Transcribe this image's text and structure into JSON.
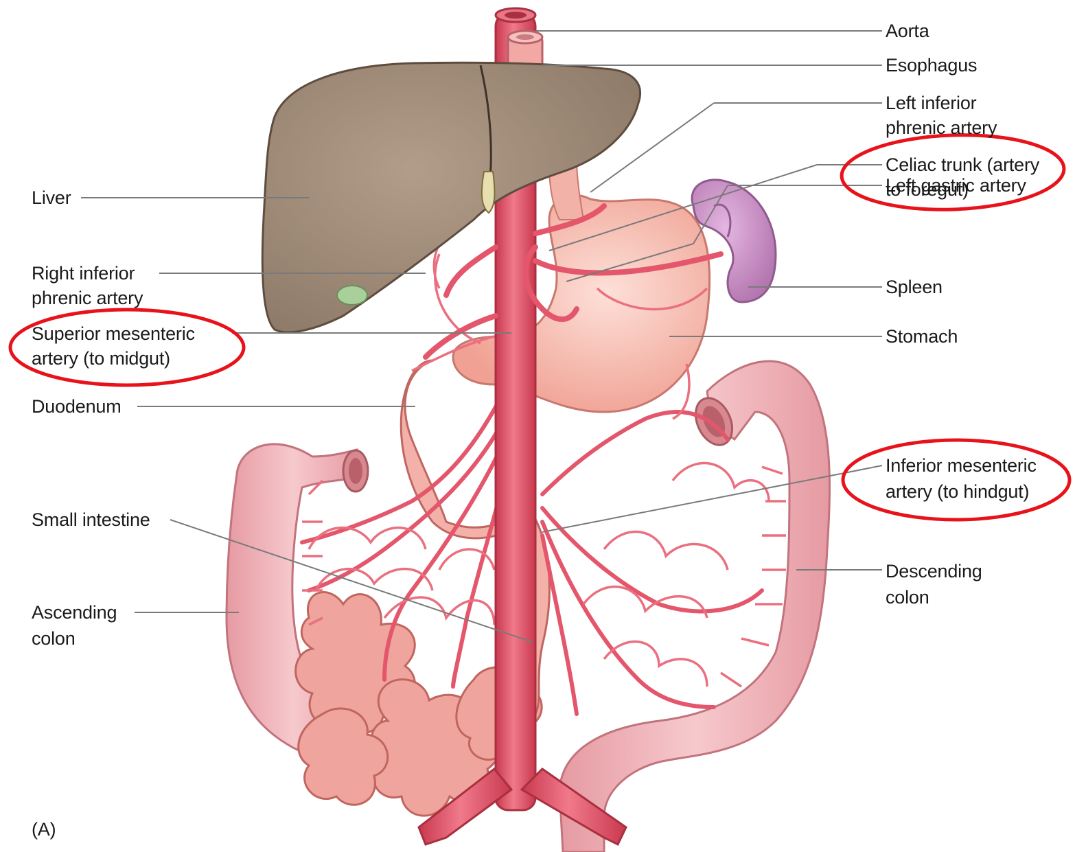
{
  "figure": {
    "panel_label": "(A)",
    "highlight_color": "#e8121b",
    "colors": {
      "artery": "#e4566b",
      "artery_light": "#f08c9a",
      "liver": "#a5907d",
      "stomach": "#f6b2a8",
      "spleen": "#c88ec4",
      "colon": "#eeb2b7",
      "small_intestine": "#efa49e",
      "leader_line": "#7a7a7a"
    }
  },
  "labels_left": {
    "liver": "Liver",
    "right_inferior_phrenic_1": "Right inferior",
    "right_inferior_phrenic_2": "phrenic artery",
    "superior_mesenteric_1": "Superior mesenteric",
    "superior_mesenteric_2": "artery (to midgut)",
    "duodenum": "Duodenum",
    "small_intestine": "Small intestine",
    "ascending_colon_1": "Ascending",
    "ascending_colon_2": "colon"
  },
  "labels_right": {
    "aorta": "Aorta",
    "esophagus": "Esophagus",
    "left_inferior_phrenic_1": "Left inferior",
    "left_inferior_phrenic_2": "phrenic artery",
    "celiac_trunk_1": "Celiac trunk (artery",
    "celiac_trunk_2": "to foregut)",
    "left_gastric": "Left gastric artery",
    "spleen": "Spleen",
    "stomach": "Stomach",
    "inferior_mesenteric_1": "Inferior mesenteric",
    "inferior_mesenteric_2": "artery (to hindgut)",
    "descending_colon_1": "Descending",
    "descending_colon_2": "colon"
  }
}
